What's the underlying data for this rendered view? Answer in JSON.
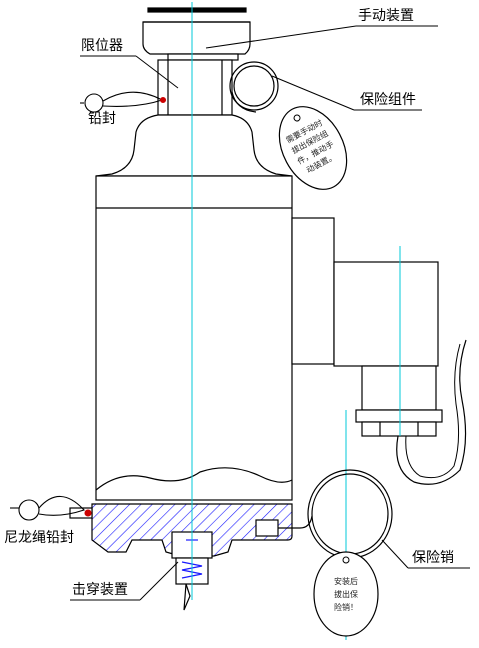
{
  "labels": {
    "manual_device": "手动装置",
    "limiter": "限位器",
    "lead_seal": "铅封",
    "safety_assembly": "保险组件",
    "nylon_rope_seal": "尼龙绳铅封",
    "safety_pin": "保险销",
    "puncture_device": "击穿装置"
  },
  "tags": {
    "upper_tag_lines": [
      "需要手动时",
      "拔出保险组",
      "件，推动手",
      "动装置。"
    ],
    "lower_tag_lines": [
      "安装后",
      "拔出保",
      "险销！"
    ]
  },
  "colors": {
    "outline": "#000000",
    "centerline": "#00c8d8",
    "hatch": "#1a1aff",
    "seal_wire": "#cc0000"
  }
}
